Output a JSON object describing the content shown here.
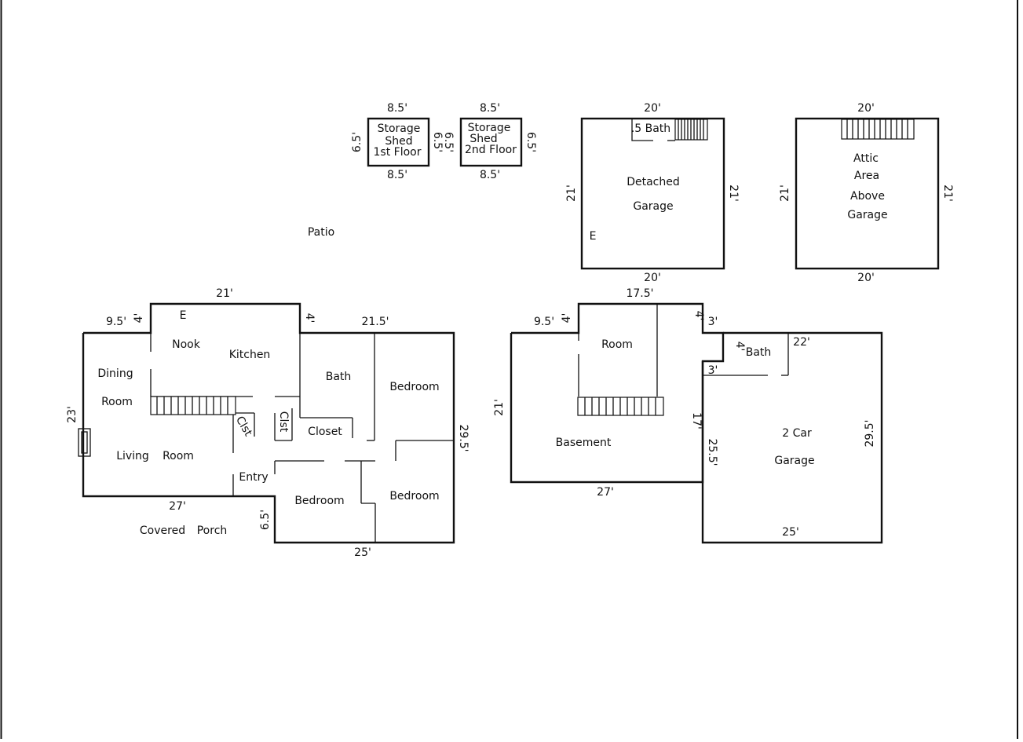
{
  "sheds": {
    "first": {
      "l1": "Storage",
      "l2": "Shed",
      "l3": "1st Floor",
      "top": "8.5'",
      "bottom": "8.5'",
      "left": "6.5'",
      "right": "6.5'"
    },
    "second": {
      "l1": "Storage",
      "l2": "Shed",
      "l3": "2nd Floor",
      "top": "8.5'",
      "bottom": "8.5'",
      "left": "6.5'",
      "right": "6.5'"
    }
  },
  "patio": "Patio",
  "detached_garage": {
    "half_bath": ".5 Bath",
    "l1": "Detached",
    "l2": "Garage",
    "entry": "E",
    "top": "20'",
    "bottom": "20'",
    "left": "21'",
    "right": "21'"
  },
  "attic": {
    "l1": "Attic",
    "l2": "Area",
    "l3": "Above",
    "l4": "Garage",
    "top": "20'",
    "bottom": "20'",
    "left": "21'",
    "right": "21'"
  },
  "main_floor": {
    "nook": "Nook",
    "kitchen": "Kitchen",
    "entry_e": "E",
    "dining1": "Dining",
    "dining2": "Room",
    "living1": "Living",
    "living2": "Room",
    "bath": "Bath",
    "bedroom_ne": "Bedroom",
    "bedroom_se": "Bedroom",
    "bedroom_s": "Bedroom",
    "clst1": "Clst",
    "clst2": "Clst",
    "closet": "Closet",
    "entry": "Entry",
    "porch1": "Covered",
    "porch2": "Porch",
    "d_21": "21'",
    "d_95": "9.5'",
    "d_4a": "4'",
    "d_4b": "4'",
    "d_215": "21.5'",
    "d_23": "23'",
    "d_295": "29.5'",
    "d_27": "27'",
    "d_65": "6.5'",
    "d_25": "25'"
  },
  "lower_floor": {
    "room": "Room",
    "basement": "Basement",
    "bath": "Bath",
    "garage1": "2 Car",
    "garage2": "Garage",
    "d_175": "17.5'",
    "d_95": "9.5'",
    "d_4a": "4'",
    "d_4b": "4'",
    "d_4c": "4'",
    "d_3a": "3'",
    "d_3b": "3'",
    "d_22": "22'",
    "d_21": "21'",
    "d_17": "17'",
    "d_255": "25.5'",
    "d_295": "29.5'",
    "d_27": "27'",
    "d_25": "25'"
  }
}
